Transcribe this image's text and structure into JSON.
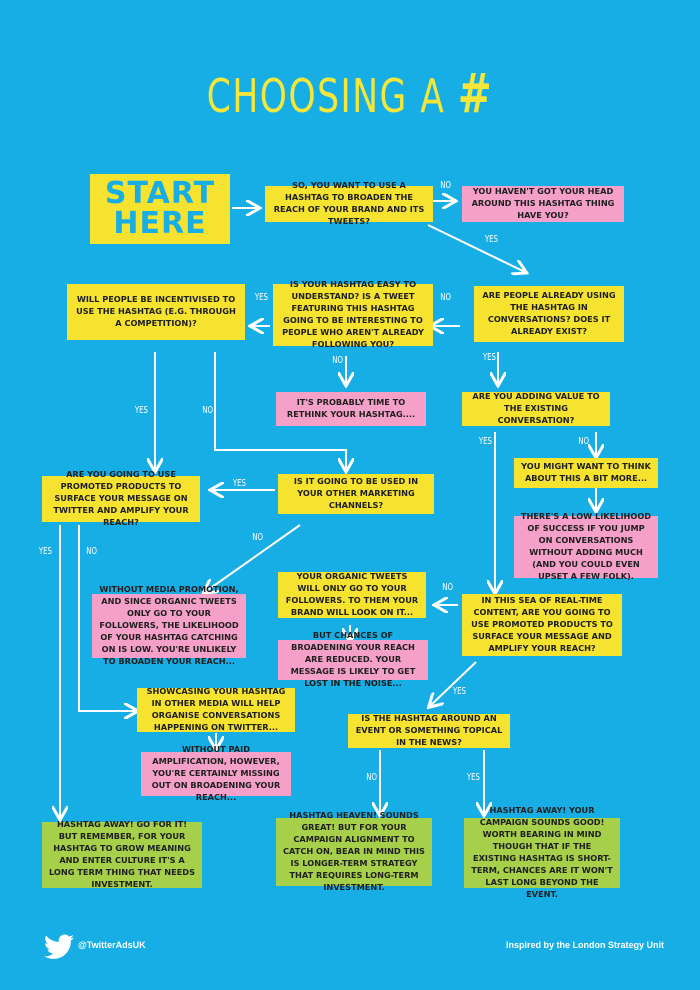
{
  "title": {
    "text": "CHOOSING A",
    "hash": "#"
  },
  "colors": {
    "background": "#17aee5",
    "question": "#f5e330",
    "warning": "#f4a0c8",
    "outcome": "#a6cf4a",
    "title": "#f4e73a"
  },
  "nodes": {
    "start": "START HERE",
    "q1": "SO, YOU WANT TO USE A HASHTAG TO BROADEN THE REACH OF YOUR BRAND AND ITS TWEETS?",
    "n1": "YOU HAVEN'T GOT YOUR HEAD AROUND THIS HASHTAG THING HAVE YOU?",
    "q2": "ARE PEOPLE ALREADY USING THE HASHTAG IN CONVERSATIONS? DOES IT ALREADY EXIST?",
    "q3": "IS YOUR HASHTAG EASY TO UNDERSTAND? IS A TWEET FEATURING THIS HASHTAG GOING TO BE INTERESTING TO PEOPLE WHO AREN'T ALREADY FOLLOWING YOU?",
    "q4": "WILL PEOPLE BE INCENTIVISED TO USE THE HASHTAG (E.G. THROUGH A COMPETITION)?",
    "n2": "IT'S PROBABLY TIME TO RETHINK YOUR HASHTAG....",
    "q5": "ARE YOU ADDING VALUE TO THE EXISTING CONVERSATION?",
    "q6": "YOU MIGHT WANT TO THINK ABOUT THIS A BIT MORE...",
    "n3": "THERE'S A LOW LIKELIHOOD OF SUCCESS IF YOU JUMP ON CONVERSATIONS WITHOUT ADDING MUCH (AND YOU COULD EVEN UPSET A FEW FOLK).",
    "q7": "ARE YOU GOING TO USE PROMOTED PRODUCTS TO SURFACE YOUR MESSAGE ON TWITTER AND AMPLIFY YOUR REACH?",
    "q8": "IS IT GOING TO BE USED IN YOUR OTHER MARKETING CHANNELS?",
    "n4": "WITHOUT MEDIA PROMOTION, AND SINCE ORGANIC TWEETS ONLY GO TO YOUR FOLLOWERS, THE LIKELIHOOD OF YOUR HASHTAG CATCHING ON IS LOW. YOU'RE UNLIKELY TO BROADEN YOUR REACH...",
    "q9": "YOUR ORGANIC TWEETS WILL ONLY GO TO YOUR FOLLOWERS. TO THEM YOUR BRAND WILL LOOK ON IT...",
    "n5": "BUT CHANCES OF BROADENING YOUR REACH ARE REDUCED. YOUR MESSAGE IS LIKELY TO GET LOST IN THE NOISE...",
    "q10": "IN THIS SEA OF REAL-TIME CONTENT, ARE YOU GOING TO USE PROMOTED PRODUCTS TO SURFACE YOUR MESSAGE AND AMPLIFY YOUR REACH?",
    "q11": "SHOWCASING YOUR HASHTAG IN OTHER MEDIA WILL HELP ORGANISE CONVERSATIONS HAPPENING ON TWITTER...",
    "n6": "WITHOUT PAID AMPLIFICATION, HOWEVER, YOU'RE CERTAINLY MISSING OUT ON BROADENING YOUR REACH...",
    "q12": "IS THE HASHTAG AROUND AN EVENT OR SOMETHING TOPICAL IN THE NEWS?",
    "o1": "HASHTAG AWAY! GO FOR IT! BUT REMEMBER, FOR YOUR HASHTAG TO GROW MEANING AND ENTER CULTURE IT'S A LONG TERM THING THAT NEEDS INVESTMENT.",
    "o2": "HASHTAG HEAVEN! SOUNDS GREAT! BUT FOR YOUR CAMPAIGN ALIGNMENT TO CATCH ON, BEAR IN MIND THIS IS LONGER-TERM STRATEGY THAT REQUIRES LONG-TERM INVESTMENT.",
    "o3": "HASHTAG AWAY! YOUR CAMPAIGN SOUNDS GOOD! WORTH BEARING IN MIND THOUGH THAT IF THE EXISTING HASHTAG IS SHORT-TERM, CHANCES ARE IT WON'T LAST LONG BEYOND THE EVENT."
  },
  "labels": {
    "yes": "YES",
    "no": "NO"
  },
  "footer": {
    "handle": "@TwitterAdsUK",
    "credit": "Inspired by the London Strategy Unit"
  }
}
